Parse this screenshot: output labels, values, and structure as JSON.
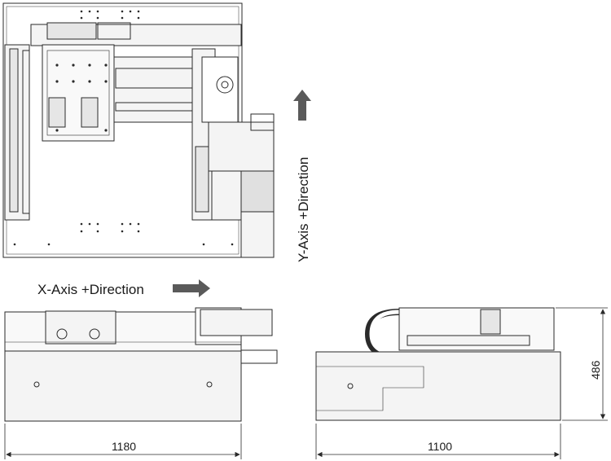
{
  "labels": {
    "x_axis": "X-Axis +Direction",
    "y_axis": "Y-Axis +Direction"
  },
  "dimensions": {
    "front_width": "1180",
    "side_width": "1100",
    "side_height": "486"
  },
  "colors": {
    "line": "#2a2a2a",
    "arrow": "#5a5a5a",
    "fill_light": "#f4f4f4",
    "fill_mid": "#e6e6e6"
  }
}
